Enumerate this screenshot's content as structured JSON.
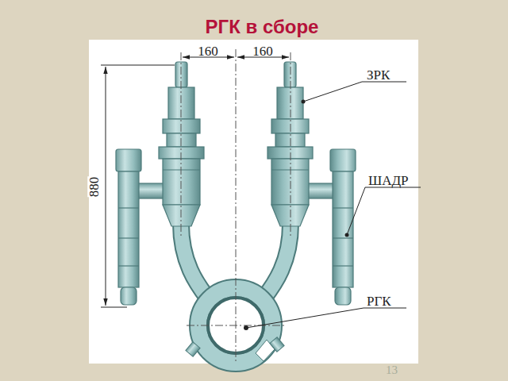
{
  "diagram": {
    "title": "РГК в сборе",
    "labels": [
      "160",
      "160",
      "880",
      "ЗРК",
      "ШАДР",
      "РГК",
      "13"
    ]
  }
}
